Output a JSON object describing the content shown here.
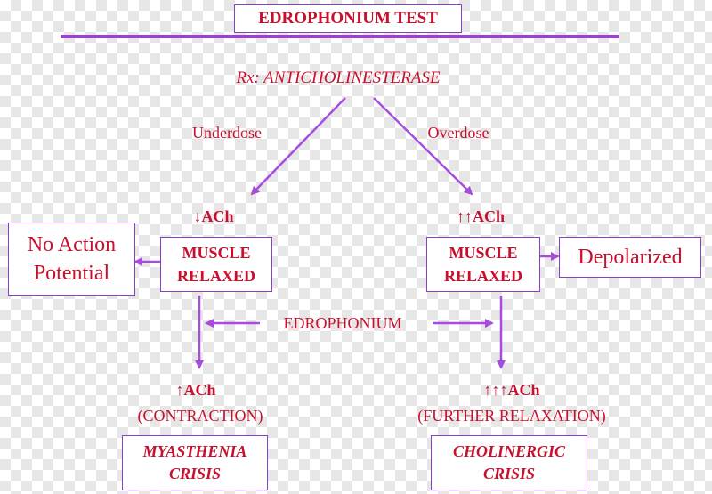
{
  "colors": {
    "text": "#c8102e",
    "line": "#a64de0",
    "border": "#8a3fc8"
  },
  "title": "EDROPHONIUM TEST",
  "rx_label": "Rx: ANTICHOLINESTERASE",
  "underdose_label": "Underdose",
  "overdose_label": "Overdose",
  "left": {
    "ach_level": "↓ACh",
    "muscle_line1": "MUSCLE",
    "muscle_line2": "RELAXED",
    "side_line1": "No Action",
    "side_line2": "Potential",
    "result_ach": "↑ACh",
    "result_text": "(CONTRACTION)",
    "crisis_line1": "MYASTHENIA",
    "crisis_line2": "CRISIS"
  },
  "right": {
    "ach_level": "↑↑ACh",
    "muscle_line1": "MUSCLE",
    "muscle_line2": "RELAXED",
    "side_label": "Depolarized",
    "result_ach": "↑↑↑ACh",
    "result_text": "(FURTHER RELAXATION)",
    "crisis_line1": "CHOLINERGIC",
    "crisis_line2": "CRISIS"
  },
  "edrophonium_label": "EDROPHONIUM"
}
